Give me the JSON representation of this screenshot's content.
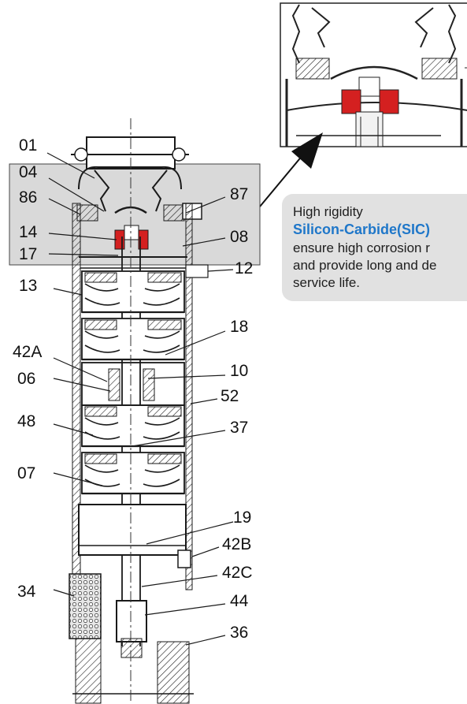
{
  "callouts": {
    "left": [
      "01",
      "04",
      "86",
      "14",
      "17",
      "13",
      "42A",
      "06",
      "48",
      "07",
      "34"
    ],
    "right": [
      "87",
      "08",
      "12",
      "18",
      "10",
      "52",
      "37",
      "19",
      "42B",
      "42C",
      "44",
      "36"
    ]
  },
  "info": {
    "line1": "High rigidity",
    "line2": "Silicon-Carbide(SIC)",
    "line3": "ensure high corrosion r",
    "line4": "and provide long and de",
    "line5": "service life."
  },
  "colors": {
    "highlight_box": "#d9d9d9",
    "seal_red": "#d42020",
    "info_box": "#e1e1e1",
    "sic_blue": "#1f77c9",
    "line": "#1a1a1a"
  }
}
